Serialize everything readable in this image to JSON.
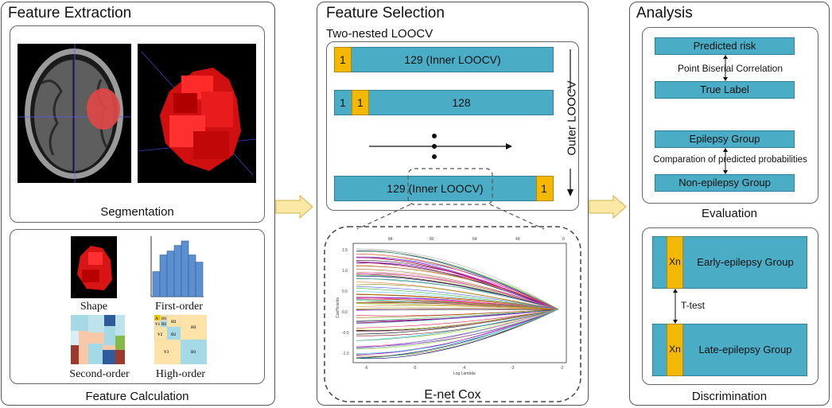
{
  "extraction": {
    "title": "Feature Extraction",
    "segmentation_label": "Segmentation",
    "calc_label": "Feature Calculation",
    "features": [
      {
        "label": "Shape"
      },
      {
        "label": "First-order"
      },
      {
        "label": "Second-order"
      },
      {
        "label": "High-order"
      }
    ],
    "histogram": [
      0.45,
      0.75,
      0.82,
      0.92,
      1.0,
      0.75,
      0.62
    ],
    "high_order_cells": [
      "A",
      "H1",
      "V1",
      "D1",
      "H2",
      "V2",
      "D2",
      "H3",
      "V3",
      "D3"
    ]
  },
  "selection": {
    "title": "Feature Selection",
    "loocv_title": "Two-nested LOOCV",
    "outer_label": "Outer LOOCV",
    "bars": [
      {
        "first": "1",
        "main": "129 (Inner LOOCV)"
      },
      {
        "first": "1",
        "second": "1",
        "main": "128"
      },
      {
        "main": "129 (Inner LOOCV)",
        "last": "1"
      }
    ],
    "enet_label": "E-net Cox",
    "plot": {
      "top_ticks": [
        "84",
        "80",
        "64",
        "49",
        "0"
      ],
      "x_ticks": [
        "-6",
        "-5",
        "-4",
        "-3",
        "-2"
      ],
      "y_ticks": [
        "1.5",
        "1.0",
        "0.5",
        "0.0",
        "-0.5",
        "-1.0"
      ],
      "xlabel": "Log Lambda",
      "ylabel": "Coefficients"
    }
  },
  "analysis": {
    "title": "Analysis",
    "evaluation_label": "Evaluation",
    "discrimination_label": "Discrimination",
    "eval_boxes": [
      {
        "label": "Predicted risk"
      },
      {
        "label": "True Label"
      },
      {
        "label": "Epilepsy Group"
      },
      {
        "label": "Non-epilepsy Group"
      }
    ],
    "corr_label": "Point Biserial Correlation",
    "compare_label": "Comparation of predicted probabilities",
    "groups": [
      {
        "tag": "Xn",
        "label": "Early-epilepsy Group"
      },
      {
        "tag": "Xn",
        "label": "Late-epilepsy Group"
      }
    ],
    "ttest_label": "T-test"
  },
  "colors": {
    "bar": "#4bacc6",
    "gold": "#f5b800",
    "arrow_fill": "#fbe8a6"
  }
}
